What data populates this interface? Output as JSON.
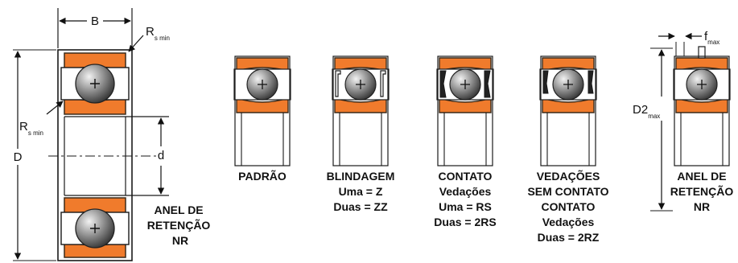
{
  "colors": {
    "ring": "#f07b2c",
    "ring_outline": "#3a2a1a",
    "ball_light": "#e8e8e8",
    "ball_dark": "#3c3c3c",
    "line": "#1a1a1a"
  },
  "dimensions": {
    "B": "B",
    "R": "R",
    "R_sub": "s min",
    "D": "D",
    "d": "d",
    "f": "f",
    "f_sub": "max",
    "D2": "D2",
    "D2_sub": "max"
  },
  "main_caption": [
    "ANEL DE",
    "RETENÇÃO",
    "NR"
  ],
  "bearings": [
    {
      "key": "padrao",
      "caption": [
        "PADRÃO"
      ]
    },
    {
      "key": "blindagem",
      "caption": [
        "BLINDAGEM",
        "Uma = Z",
        "Duas = ZZ"
      ]
    },
    {
      "key": "contato",
      "caption": [
        "CONTATO",
        "Vedações",
        "Uma = RS",
        "Duas = 2RS"
      ]
    },
    {
      "key": "sem-contato",
      "caption": [
        "VEDAÇÕES",
        "SEM CONTATO",
        "CONTATO",
        "Vedações",
        "Duas = 2RZ"
      ]
    },
    {
      "key": "nr",
      "caption": [
        "ANEL DE",
        "RETENÇÃO",
        "NR"
      ]
    }
  ]
}
